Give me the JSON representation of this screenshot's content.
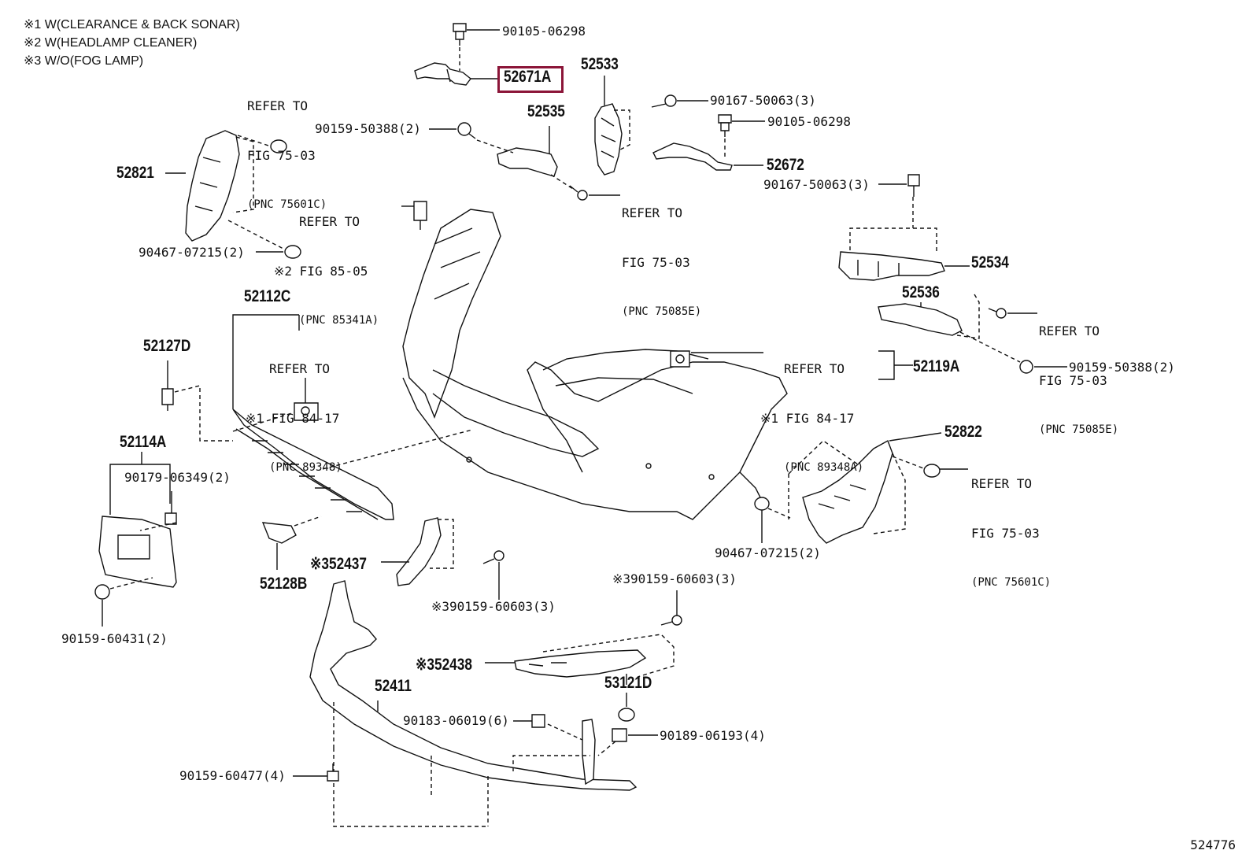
{
  "notes": [
    "※1 W(CLEARANCE & BACK SONAR)",
    "※2 W(HEADLAMP CLEANER)",
    "※3 W/O(FOG LAMP)"
  ],
  "highlight_part": "52671A",
  "figure_number": "524776",
  "parts": {
    "p52671A": "52671A",
    "p52533": "52533",
    "p52535": "52535",
    "p52672": "52672",
    "p52821": "52821",
    "p52534": "52534",
    "p52536": "52536",
    "p52112C": "52112C",
    "p52127D": "52127D",
    "p52119A": "52119A",
    "p52822": "52822",
    "p52114A": "52114A",
    "p52128B": "52128B",
    "p52437": "※352437",
    "p52438": "※352438",
    "p52411": "52411",
    "p53121D": "53121D"
  },
  "fasteners": {
    "f90105a": "90105-06298",
    "f90167a": "90167-50063(3)",
    "f90105b": "90105-06298",
    "f90159a": "90159-50388(2)",
    "f90167b": "90167-50063(3)",
    "f90467a": "90467-07215(2)",
    "f90159b": "90159-50388(2)",
    "f90179": "90179-06349(2)",
    "f90467b": "90467-07215(2)",
    "f90159c": "※390159-60603(3)",
    "f90159d": "※390159-60603(3)",
    "f90159e": "90159-60431(2)",
    "f90183": "90183-06019(6)",
    "f90189": "90189-06193(4)",
    "f90159f": "90159-60477(4)"
  },
  "refs": {
    "r1": {
      "l1": "REFER TO",
      "l2": "FIG 75-03",
      "l3": "(PNC 75601C)"
    },
    "r2": {
      "l1": "REFER TO",
      "l2": "FIG 75-03",
      "l3": "(PNC 75085E)"
    },
    "r3": {
      "l1": "REFER TO",
      "l2": "※2 FIG 85-05",
      "l3": "(PNC 85341A)"
    },
    "r4": {
      "l1": "REFER TO",
      "l2": "FIG 75-03",
      "l3": "(PNC 75085E)"
    },
    "r5": {
      "l1": "REFER TO",
      "l2": "※1 FIG 84-17",
      "l3": "(PNC 89348)"
    },
    "r6": {
      "l1": "REFER TO",
      "l2": "※1 FIG 84-17",
      "l3": "(PNC 89348A)"
    },
    "r7": {
      "l1": "REFER TO",
      "l2": "FIG 75-03",
      "l3": "(PNC 75601C)"
    }
  }
}
